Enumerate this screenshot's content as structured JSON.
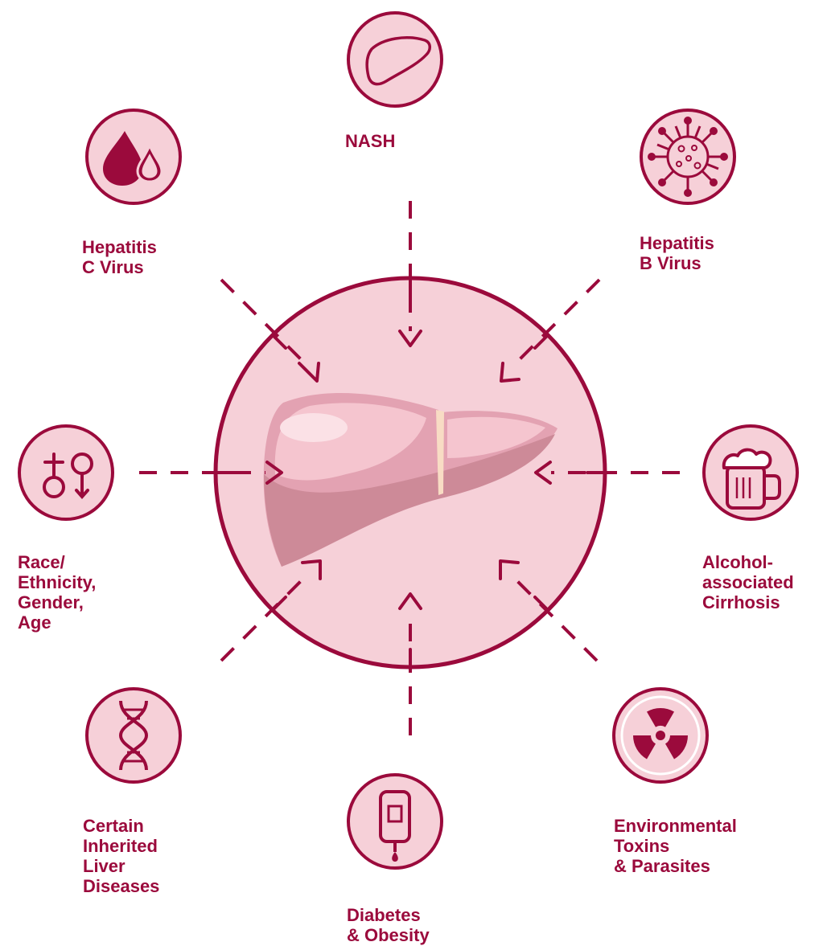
{
  "colors": {
    "primary": "#9b0a3c",
    "light_pink": "#f6d0d8",
    "center_fill": "#f3bfcb",
    "liver_top": "#e3a2b2",
    "liver_bottom": "#cd8a98",
    "liver_highlight": "#f5c5cf",
    "ligament": "#f8dcc4",
    "background": "#ffffff"
  },
  "center": {
    "name": "liver",
    "icon": "liver-icon"
  },
  "factors": [
    {
      "key": "nash",
      "icon": "liver-outline-icon",
      "lines": [
        "NASH"
      ]
    },
    {
      "key": "hbv",
      "icon": "virus-icon",
      "lines": [
        "Hepatitis",
        "B Virus"
      ]
    },
    {
      "key": "alcohol",
      "icon": "beer-mug-icon",
      "lines": [
        "Alcohol-",
        "associated",
        "Cirrhosis"
      ]
    },
    {
      "key": "toxins",
      "icon": "radiation-icon",
      "lines": [
        "Environmental",
        "Toxins",
        "& Parasites"
      ]
    },
    {
      "key": "diabetes",
      "icon": "glucose-meter-icon",
      "lines": [
        "Diabetes",
        "& Obesity"
      ]
    },
    {
      "key": "inherited",
      "icon": "dna-icon",
      "lines": [
        "Certain",
        "Inherited",
        "Liver",
        "Diseases"
      ]
    },
    {
      "key": "demographics",
      "icon": "gender-symbols-icon",
      "lines": [
        "Race/",
        "Ethnicity,",
        "Gender,",
        "Age"
      ]
    },
    {
      "key": "hcv",
      "icon": "blood-drops-icon",
      "lines": [
        "Hepatitis",
        "C Virus"
      ]
    }
  ]
}
